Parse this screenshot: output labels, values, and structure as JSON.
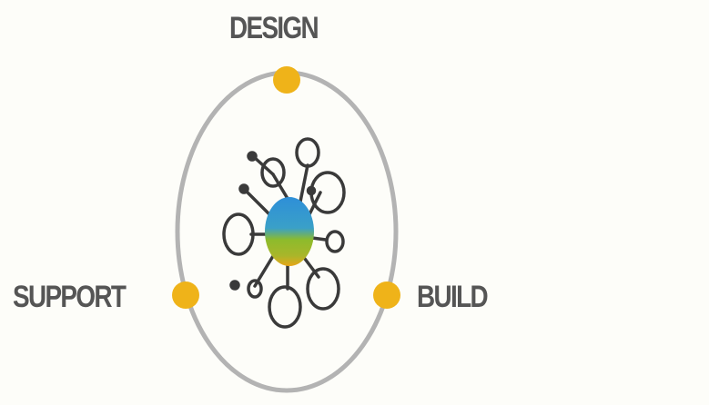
{
  "diagram": {
    "stages": [
      {
        "key": "design",
        "label": "DESIGN"
      },
      {
        "key": "build",
        "label": "BUILD"
      },
      {
        "key": "support",
        "label": "SUPPORT"
      }
    ],
    "colors": {
      "ring": "#b3b3b3",
      "stage_node": "#efb319",
      "label": "#555555",
      "network_line": "#3a3a3a",
      "core_blue": "#2e8fd8",
      "core_green": "#8dbb2c",
      "core_orange": "#e8a619"
    },
    "icons": [
      "network-hub-icon"
    ]
  }
}
